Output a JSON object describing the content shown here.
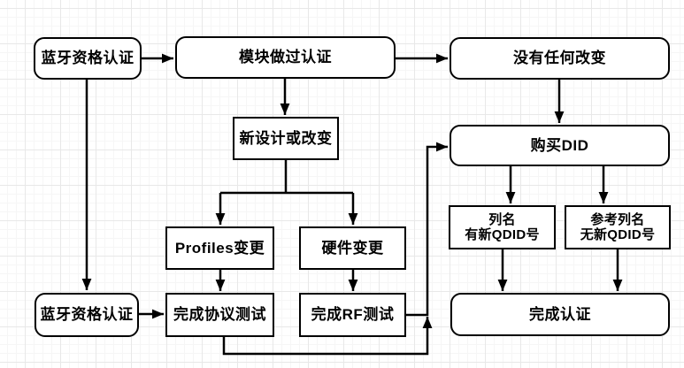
{
  "nodes": {
    "bt_cert_top": {
      "label": "蓝牙资格认证"
    },
    "module_certified": {
      "label": "模块做过认证"
    },
    "no_change": {
      "label": "没有任何改变"
    },
    "new_design": {
      "label": "新设计或改变"
    },
    "buy_did": {
      "label": "购买DID"
    },
    "profiles_change": {
      "label": "Profiles变更"
    },
    "hardware_change": {
      "label": "硬件变更"
    },
    "qdid_new": {
      "line1": "列名",
      "line2": "有新QDID号"
    },
    "qdid_ref": {
      "line1": "参考列名",
      "line2": "无新QDID号"
    },
    "bt_cert_bottom": {
      "label": "蓝牙资格认证"
    },
    "protocol_test": {
      "label": "完成协议测试"
    },
    "rf_test": {
      "label": "完成RF测试"
    },
    "complete_cert": {
      "label": "完成认证"
    }
  },
  "colors": {
    "stroke": "#000000",
    "node_fill": "#ffffff",
    "grid_major": "#e8e8e8",
    "grid_minor": "#f6f6f6"
  }
}
